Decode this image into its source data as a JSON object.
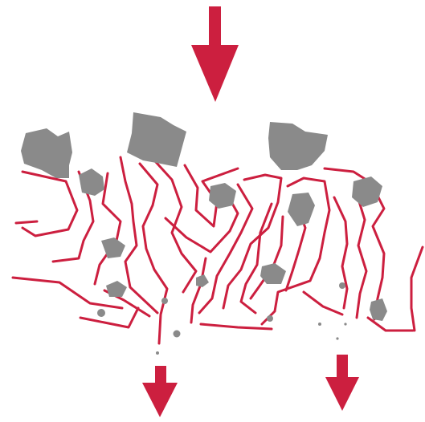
{
  "diagram": {
    "kind": "filter-media-depth-filtration",
    "colors": {
      "fiber": "#cc1f3f",
      "arrow": "#cc1f3f",
      "particle": "#8a8a8a",
      "background": "#ffffff"
    },
    "arrows": [
      {
        "name": "inflow-arrow",
        "direction": "down"
      },
      {
        "name": "outflow-arrow-left",
        "direction": "down"
      },
      {
        "name": "outflow-arrow-right",
        "direction": "down"
      }
    ],
    "particle_sizes": [
      "large",
      "medium",
      "small",
      "fine"
    ]
  }
}
